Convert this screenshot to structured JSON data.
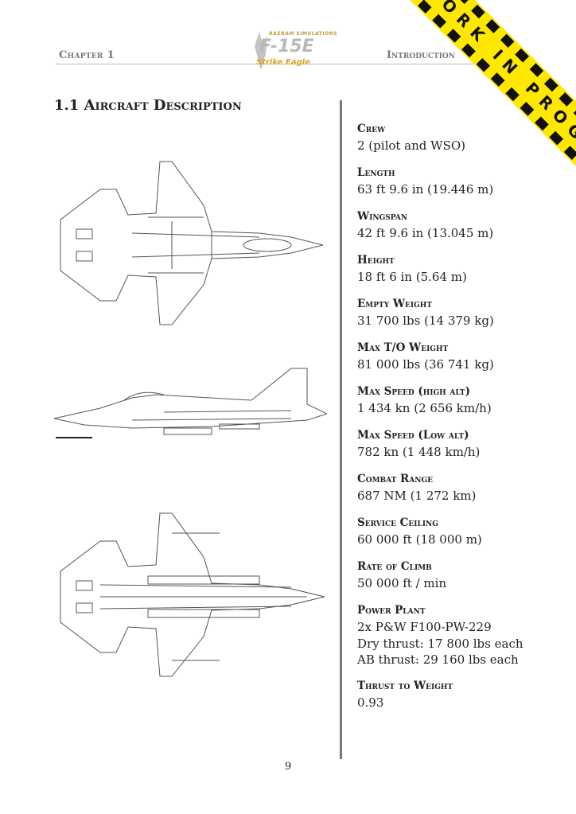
{
  "header": {
    "chapter": "Chapter 1",
    "section": "Introduction",
    "logo": {
      "line1": "RAZBAM SIMULATIONS",
      "line2": "F-15E",
      "line3": "Strike Eagle"
    }
  },
  "title": "1.1 Aircraft Description",
  "banner": "WORK IN PROGRES",
  "specs": [
    {
      "label": "Crew",
      "value": "2 (pilot and WSO)"
    },
    {
      "label": "Length",
      "value": "63 ft 9.6 in (19.446 m)"
    },
    {
      "label": "Wingspan",
      "value": "42 ft 9.6 in (13.045 m)"
    },
    {
      "label": "Height",
      "value": "18 ft 6 in (5.64 m)"
    },
    {
      "label": "Empty Weight",
      "value": "31 700 lbs (14 379 kg)"
    },
    {
      "label": "Max T/O Weight",
      "value": "81 000 lbs (36 741 kg)"
    },
    {
      "label": "Max Speed (high alt)",
      "value": "1 434 kn (2 656 km/h)"
    },
    {
      "label": "Max Speed (Low alt)",
      "value": "782 kn (1 448 km/h)"
    },
    {
      "label": "Combat Range",
      "value": "687 NM (1 272 km)"
    },
    {
      "label": "Service Ceiling",
      "value": "60 000 ft (18 000 m)"
    },
    {
      "label": "Rate of Climb",
      "value": "50 000 ft / min"
    },
    {
      "label": "Power Plant",
      "value": "2x P&W F100-PW-229",
      "extra1": "Dry thrust: 17 800 lbs each",
      "extra2": "AB thrust: 29 160 lbs each"
    },
    {
      "label": "Thrust to Weight",
      "value": "0.93"
    }
  ],
  "page_number": "9"
}
